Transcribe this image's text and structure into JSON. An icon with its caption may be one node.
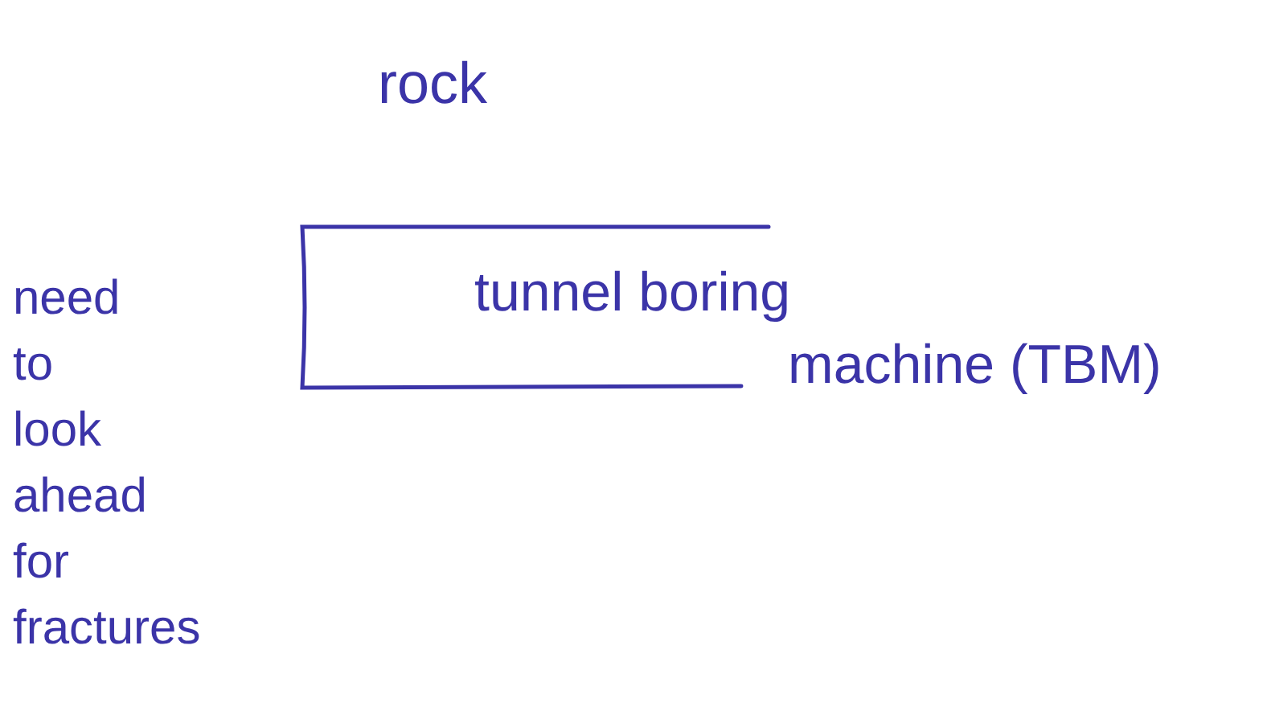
{
  "diagram": {
    "nodes": [
      {
        "text": [
          "tunnel boring machine (TBM)"
        ]
      }
    ],
    "labels": [
      "rock",
      "need to look ahead for fractures"
    ]
  }
}
